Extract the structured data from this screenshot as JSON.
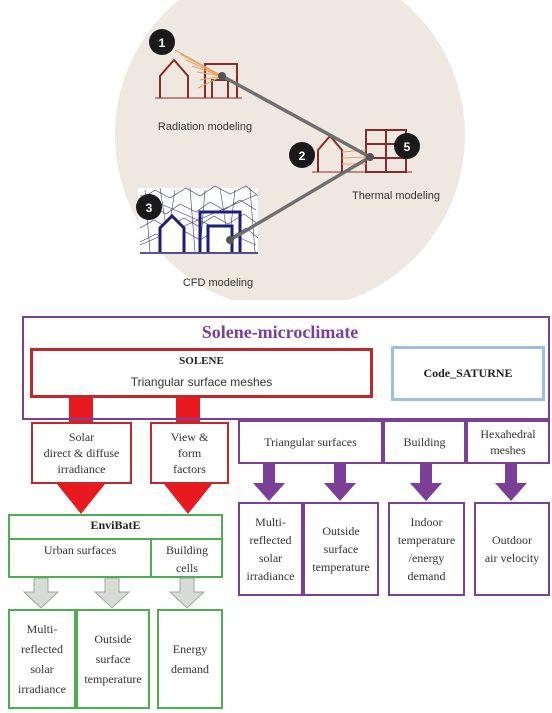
{
  "top_diagram": {
    "markers": [
      "1",
      "2",
      "3",
      "5"
    ],
    "labels": {
      "radiation": "Radiation modeling",
      "thermal": "Thermal modeling",
      "cfd": "CFD modeling"
    }
  },
  "block_diagram": {
    "title": "Solene-microclimate",
    "solene": {
      "title": "SOLENE",
      "subtitle": "Triangular surface meshes"
    },
    "saturne": {
      "title": "Code_SATURNE"
    },
    "solene_outputs": {
      "solar": "Solar\ndirect & diffuse\nirradiance",
      "view": "View &\nform\nfactors"
    },
    "saturne_inputs": {
      "tri": "Triangular surfaces",
      "building": "Building",
      "hexa": "Hexahedral\nmeshes"
    },
    "saturne_outputs": {
      "multi": "Multi-\nreflected\nsolar\nirradiance",
      "outside": "Outside\nsurface\ntemperature",
      "indoor": "Indoor\ntemperature\n/energy\ndemand",
      "outdoor": "Outdoor\nair velocity"
    },
    "envibate": {
      "title": "EnviBatE",
      "urban": "Urban surfaces",
      "cells": "Building\ncells"
    },
    "envibate_outputs": {
      "multi": "Multi-\nreflected\nsolar\nirradiance",
      "outside": "Outside\nsurface\ntemperature",
      "energy": "Energy\ndemand"
    },
    "colors": {
      "purple": "#7b3f98",
      "red": "#c0282d",
      "arrow_red": "#e8191f",
      "blue": "#9fc0dc",
      "green": "#4caf50",
      "arrow_gray": "#d7ddd6"
    }
  }
}
